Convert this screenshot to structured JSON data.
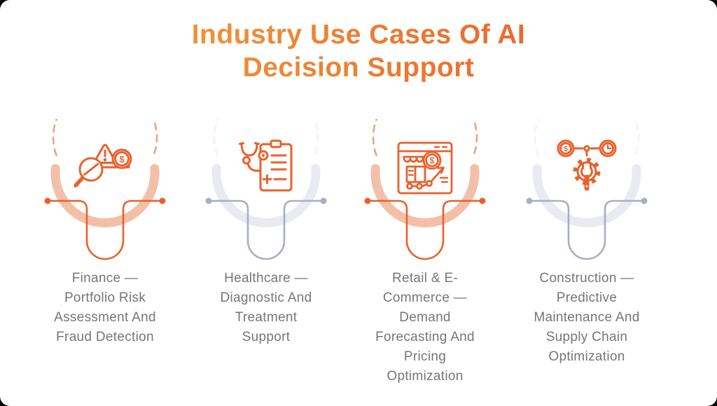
{
  "page": {
    "background": "#000000",
    "surface": "#FFFFFF"
  },
  "title": {
    "text": "Industry Use Cases Of AI\nDecision Support",
    "gradient_start": "#F4A93C",
    "gradient_end": "#E4542B"
  },
  "label_color": "#76767A",
  "glyphs": {
    "dollar": "$"
  },
  "cards": [
    {
      "id": "finance",
      "label": "Finance —\nPortfolio Risk\nAssessment And\nFraud Detection",
      "icon": "fraud-detection-magnifier-icon",
      "colors": {
        "line": "#E8612D",
        "dot": "#E8612D",
        "arc": "#F3C0A7",
        "dash": "#E9A184",
        "icon": "#E8612D"
      }
    },
    {
      "id": "healthcare",
      "label": "Healthcare —\nDiagnostic And\nTreatment\nSupport",
      "icon": "medical-diagnosis-clipboard-icon",
      "colors": {
        "line": "#A9AEC2",
        "dot": "#A9AEC2",
        "arc": "#E9EBF1",
        "dash": "#F0F2F6",
        "icon": "#E8612D"
      }
    },
    {
      "id": "retail-ecommerce",
      "label": "Retail & E-\nCommerce —\nDemand\nForecasting And\nPricing\nOptimization",
      "icon": "demand-forecast-store-icon",
      "colors": {
        "line": "#E8612D",
        "dot": "#E8612D",
        "arc": "#F3C0A7",
        "dash": "#E9A184",
        "icon": "#E8612D"
      }
    },
    {
      "id": "construction",
      "label": "Construction —\nPredictive\nMaintenance And\nSupply Chain\nOptimization",
      "icon": "predictive-maintenance-gear-icon",
      "colors": {
        "line": "#A9AEC2",
        "dot": "#A9AEC2",
        "arc": "#E9EBF1",
        "dash": "#F0F2F6",
        "icon": "#E8612D"
      }
    }
  ]
}
